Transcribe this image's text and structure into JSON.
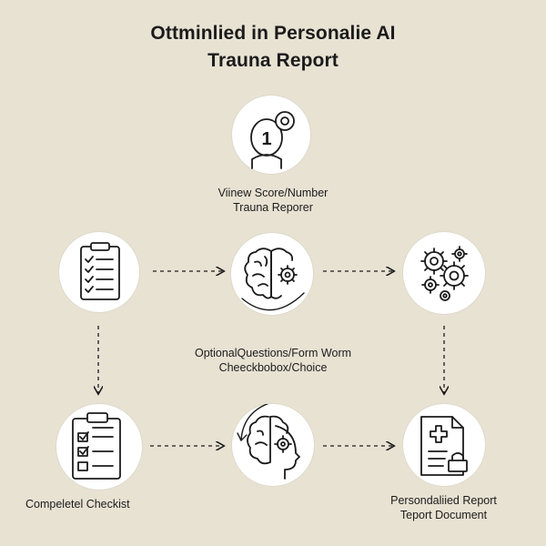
{
  "title": {
    "line1": "Ottminlied in Personalie AI",
    "line2": "Trauna Report"
  },
  "nodes": {
    "score": {
      "icon": "person-number-icon",
      "badge_number": "1",
      "label_line1": "Viinew Score/Number",
      "label_line2": "Trauna Reporer"
    },
    "checklist": {
      "icon": "clipboard-checklist-icon"
    },
    "brain": {
      "icon": "brain-gear-icon",
      "label_line1": "OptionalQuestions/Form Worm",
      "label_line2": "Cheeckbobox/Choice"
    },
    "gears": {
      "icon": "gears-icon"
    },
    "completed_checklist": {
      "icon": "completed-checklist-icon",
      "label_line1": "Compeletel Checkist"
    },
    "head_brain": {
      "icon": "head-brain-cycle-icon"
    },
    "report": {
      "icon": "medical-report-document-icon",
      "label_line1": "Persondaliied Report",
      "label_line2": "Teport Document"
    }
  },
  "colors": {
    "background": "#e8e2d3",
    "node_fill": "#ffffff",
    "stroke": "#1b1b1b"
  }
}
